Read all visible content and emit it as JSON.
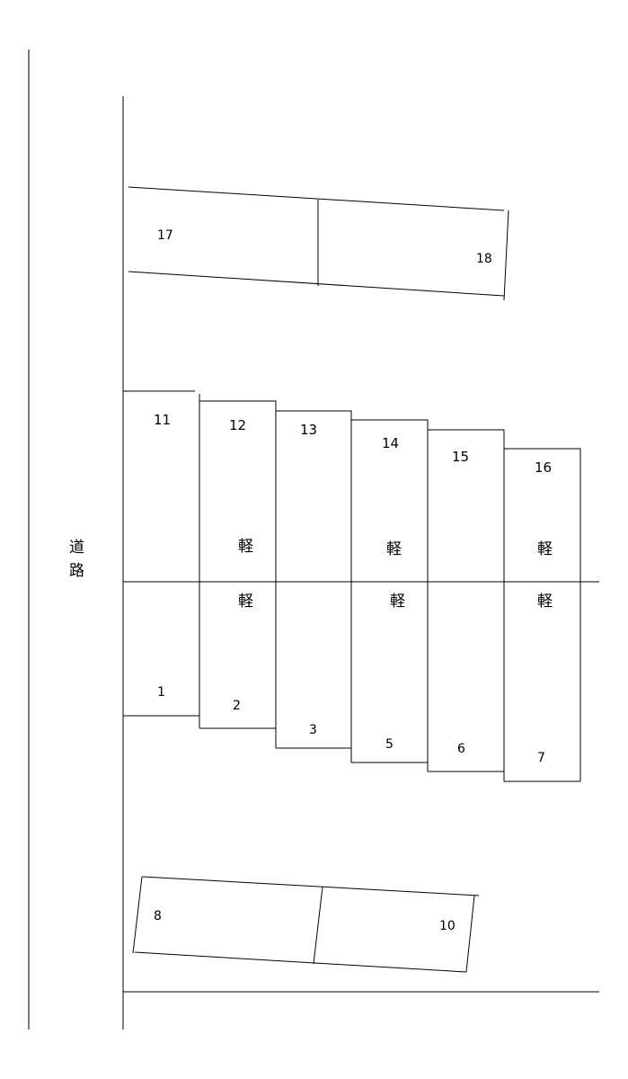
{
  "road_label": [
    "道",
    "路"
  ],
  "kei_label": "軽",
  "spaces": {
    "s1": "1",
    "s2": "2",
    "s3": "3",
    "s5": "5",
    "s6": "6",
    "s7": "7",
    "s8": "8",
    "s10": "10",
    "s11": "11",
    "s12": "12",
    "s13": "13",
    "s14": "14",
    "s15": "15",
    "s16": "16",
    "s17": "17",
    "s18": "18"
  },
  "kei_spaces": [
    "12",
    "14",
    "16",
    "2",
    "5",
    "7"
  ]
}
